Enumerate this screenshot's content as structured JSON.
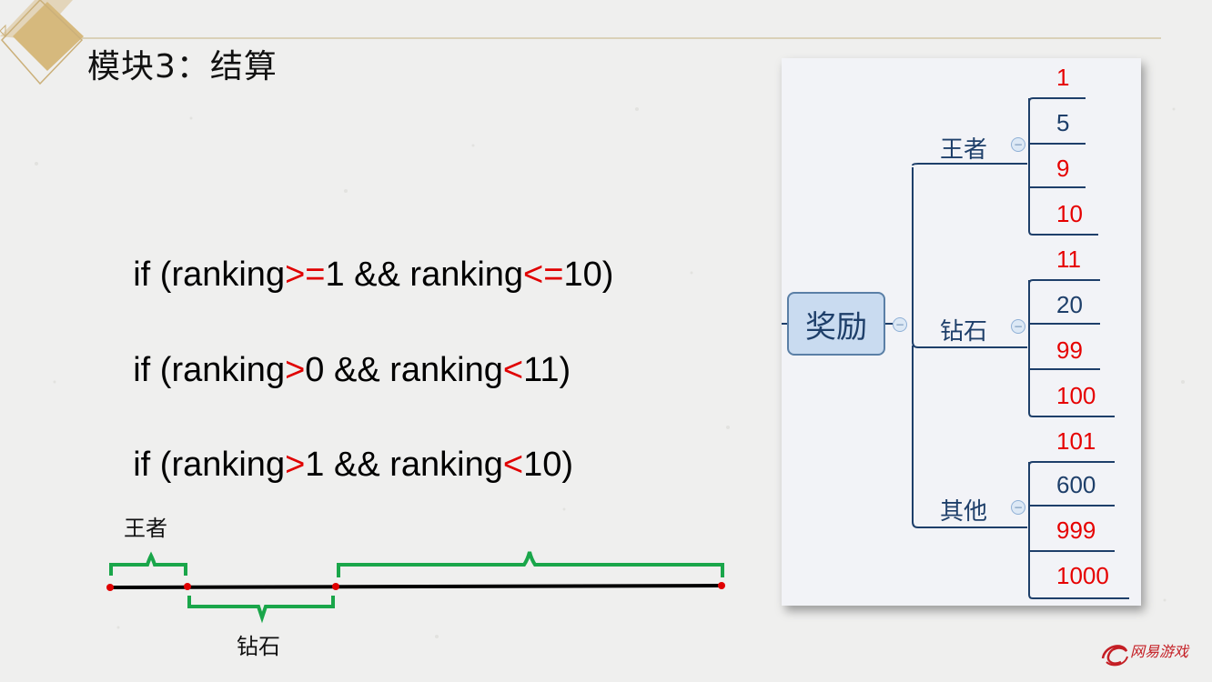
{
  "slide": {
    "title": "模块3：结算"
  },
  "code_lines": [
    {
      "parts": [
        "if (ranking",
        ">=",
        "1 && ranking",
        "<=",
        "10)"
      ]
    },
    {
      "parts": [
        "if (ranking",
        ">",
        "0 && ranking",
        "<",
        "11)"
      ]
    },
    {
      "parts": [
        "if (ranking",
        ">",
        "1 && ranking",
        "<",
        "10)"
      ]
    }
  ],
  "timeline": {
    "top_label": "王者",
    "bottom_label": "钻石",
    "colors": {
      "line": "#000000",
      "brace": "#1aa64a",
      "point": "#e00000"
    }
  },
  "mindmap": {
    "root": "奖励",
    "branches": [
      {
        "label": "王者",
        "leaves": [
          {
            "text": "1",
            "color": "red"
          },
          {
            "text": "5",
            "color": "blue"
          },
          {
            "text": "9",
            "color": "red"
          },
          {
            "text": "10",
            "color": "red"
          }
        ]
      },
      {
        "label": "钻石",
        "leaves": [
          {
            "text": "11",
            "color": "red"
          },
          {
            "text": "20",
            "color": "blue"
          },
          {
            "text": "99",
            "color": "red"
          },
          {
            "text": "100",
            "color": "red"
          }
        ]
      },
      {
        "label": "其他",
        "leaves": [
          {
            "text": "101",
            "color": "red"
          },
          {
            "text": "600",
            "color": "blue"
          },
          {
            "text": "999",
            "color": "red"
          },
          {
            "text": "1000",
            "color": "red"
          }
        ]
      }
    ],
    "colors": {
      "line": "#1e3f6a",
      "red": "#e60000",
      "node": "#c9dbf0"
    }
  },
  "logo": {
    "text": "网易游戏",
    "icon": "netease-swirl-logo-icon"
  }
}
